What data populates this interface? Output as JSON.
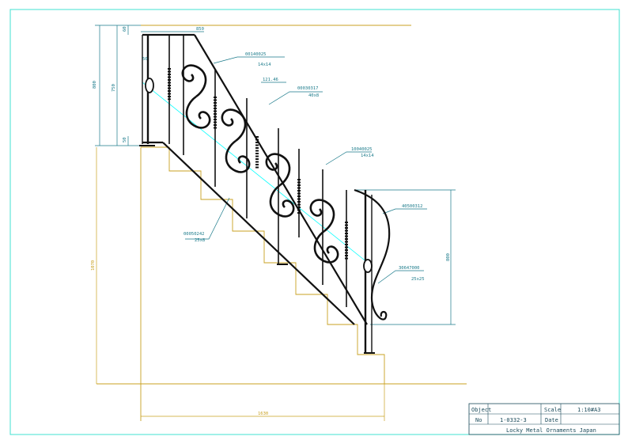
{
  "drawing": {
    "dimensions": {
      "total_height": "800",
      "rail_height": "750",
      "top_offset": "60",
      "bottom_offset": "50",
      "top_width": "850",
      "post_gap": "50",
      "rise_total": "1070",
      "run_total": "1630",
      "end_height": "800",
      "spacing": "121.46"
    },
    "callouts": [
      {
        "code": "00140025",
        "size": "14x14"
      },
      {
        "code": "00030317",
        "size": "40x8"
      },
      {
        "code": "10040025",
        "size": "14x14"
      },
      {
        "code": "40500312",
        "size": ""
      },
      {
        "code": "00050242",
        "size": "25x8"
      },
      {
        "code": "30647000",
        "size": "25x25"
      }
    ]
  },
  "title_block": {
    "object_label": "Object",
    "object_value": "",
    "scale_label": "Scale",
    "scale_value": "1:10#A3",
    "no_label": "No",
    "no_value": "1-0332-3",
    "date_label": "Date",
    "date_value": "",
    "company": "Locky Metal Ornaments Japan"
  },
  "colors": {
    "frame": "#40e0d0",
    "dimension": "#1a7a8a",
    "stair_outline": "#c8a020",
    "ironwork": "#111111",
    "centerline": "#00ffff"
  }
}
